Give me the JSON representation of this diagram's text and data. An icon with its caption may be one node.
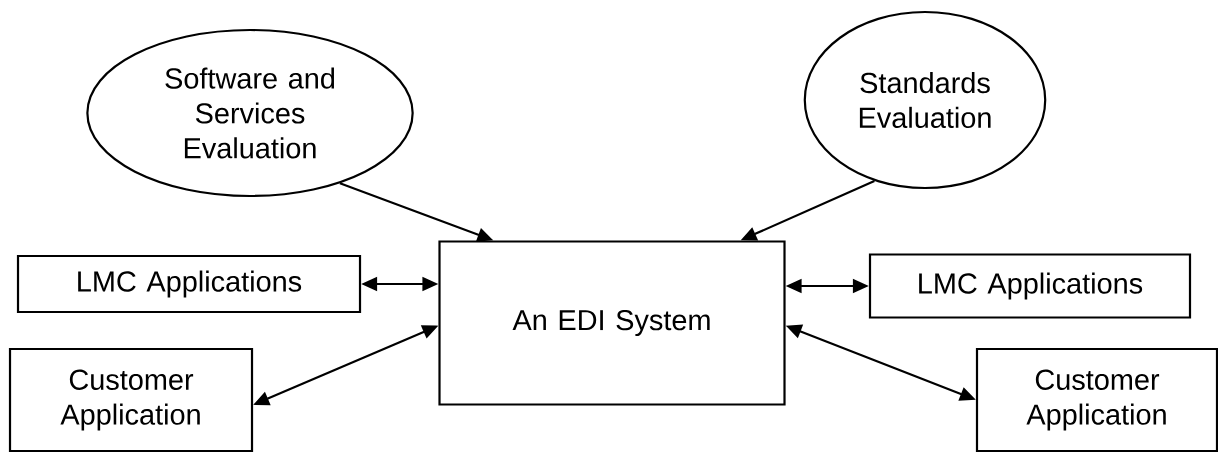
{
  "diagram": {
    "nodes": [
      {
        "text": [
          "Software and Services Evaluation"
        ]
      },
      {
        "text": [
          "Standards Evaluation"
        ]
      },
      {
        "text": [
          "LMC Applications"
        ]
      },
      {
        "text": [
          "An EDI System"
        ]
      },
      {
        "text": [
          "LMC Applications"
        ]
      },
      {
        "text": [
          "Customer Application"
        ]
      },
      {
        "text": [
          "Customer Application"
        ]
      }
    ],
    "edges": [
      {
        "from": 0,
        "to": 3,
        "arrow": "to"
      },
      {
        "from": 1,
        "to": 3,
        "arrow": "to"
      },
      {
        "from": 2,
        "to": 3,
        "arrow": "both"
      },
      {
        "from": 3,
        "to": 4,
        "arrow": "both"
      },
      {
        "from": 3,
        "to": 5,
        "arrow": "both"
      },
      {
        "from": 3,
        "to": 6,
        "arrow": "both"
      }
    ]
  }
}
